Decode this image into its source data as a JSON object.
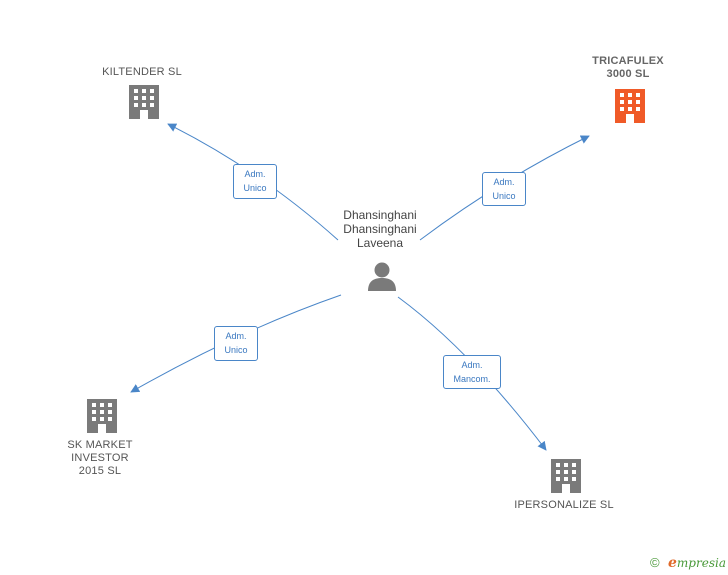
{
  "center": {
    "name_line1": "Dhansinghani",
    "name_line2": "Dhansinghani",
    "name_line3": "Laveena",
    "icon": "person-icon"
  },
  "companies": {
    "kiltender": {
      "label": "KILTENDER  SL",
      "icon": "building-icon",
      "color": "#7a7a7a"
    },
    "tricafulex": {
      "label_line1": "TRICAFULEX",
      "label_line2": "3000  SL",
      "icon": "building-icon",
      "color": "#f05a28"
    },
    "skmarket": {
      "label_line1": "SK MARKET",
      "label_line2": "INVESTOR",
      "label_line3": "2015  SL",
      "icon": "building-icon",
      "color": "#7a7a7a"
    },
    "ipersonalize": {
      "label": "IPERSONALIZE SL",
      "icon": "building-icon",
      "color": "#7a7a7a"
    }
  },
  "edges": {
    "kiltender": {
      "line1": "Adm.",
      "line2": "Unico"
    },
    "tricafulex": {
      "line1": "Adm.",
      "line2": "Unico"
    },
    "skmarket": {
      "line1": "Adm.",
      "line2": "Unico"
    },
    "ipersonalize": {
      "line1": "Adm.",
      "line2": "Mancom."
    }
  },
  "footer": {
    "copyright": "©",
    "brand_first": "e",
    "brand_rest": "mpresia"
  },
  "colors": {
    "edge": "#4a86c8",
    "person": "#7a7a7a"
  }
}
